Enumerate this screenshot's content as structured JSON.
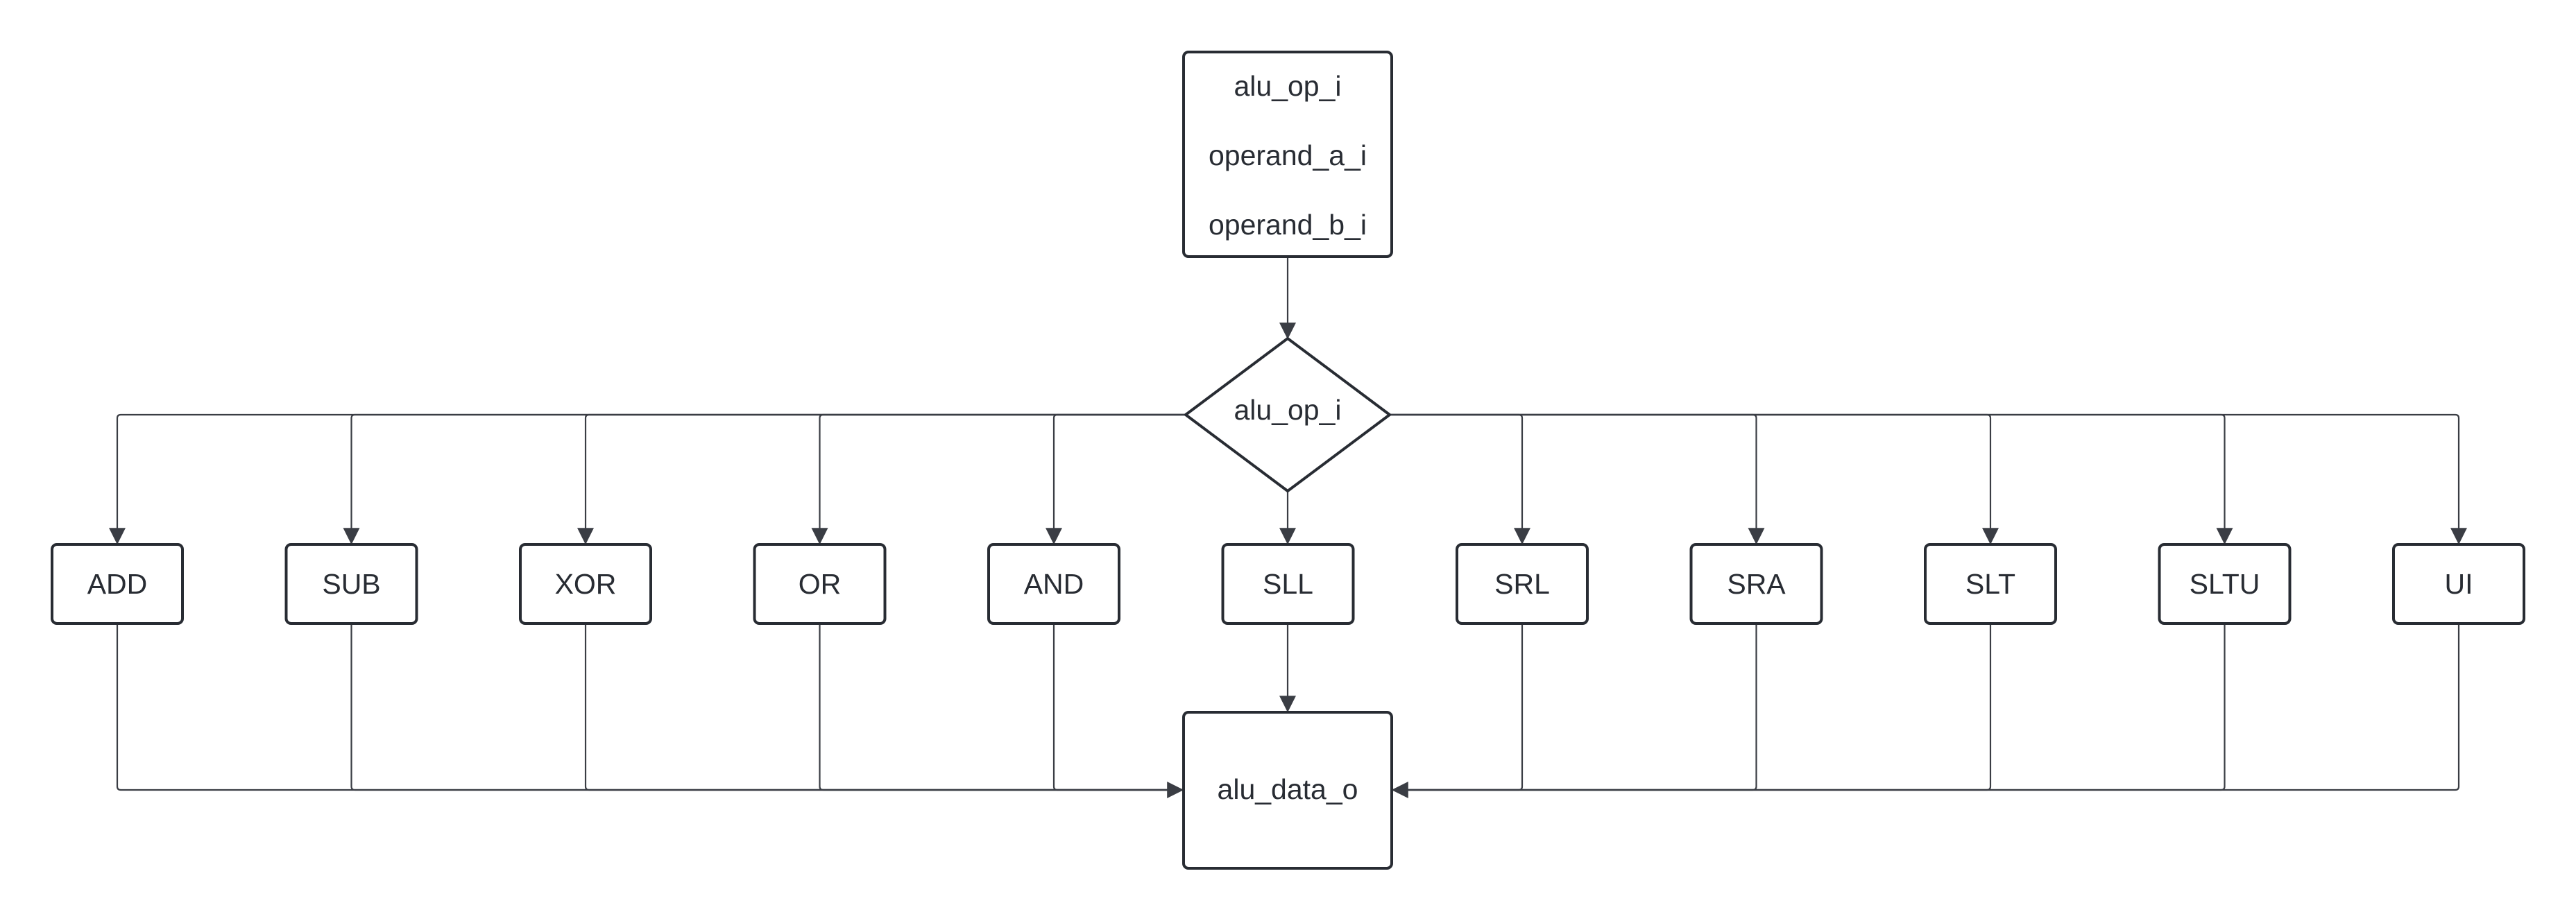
{
  "input_node": {
    "lines": [
      "alu_op_i",
      "operand_a_i",
      "operand_b_i"
    ]
  },
  "decision_node": {
    "label": "alu_op_i"
  },
  "operations": [
    {
      "label": "ADD"
    },
    {
      "label": "SUB"
    },
    {
      "label": "XOR"
    },
    {
      "label": "OR"
    },
    {
      "label": "AND"
    },
    {
      "label": "SLL"
    },
    {
      "label": "SRL"
    },
    {
      "label": "SRA"
    },
    {
      "label": "SLT"
    },
    {
      "label": "SLTU"
    },
    {
      "label": "UI"
    }
  ],
  "output_node": {
    "label": "alu_data_o"
  },
  "colors": {
    "stroke": "#282c33",
    "edge": "#3a3d44",
    "fill": "#ffffff"
  }
}
